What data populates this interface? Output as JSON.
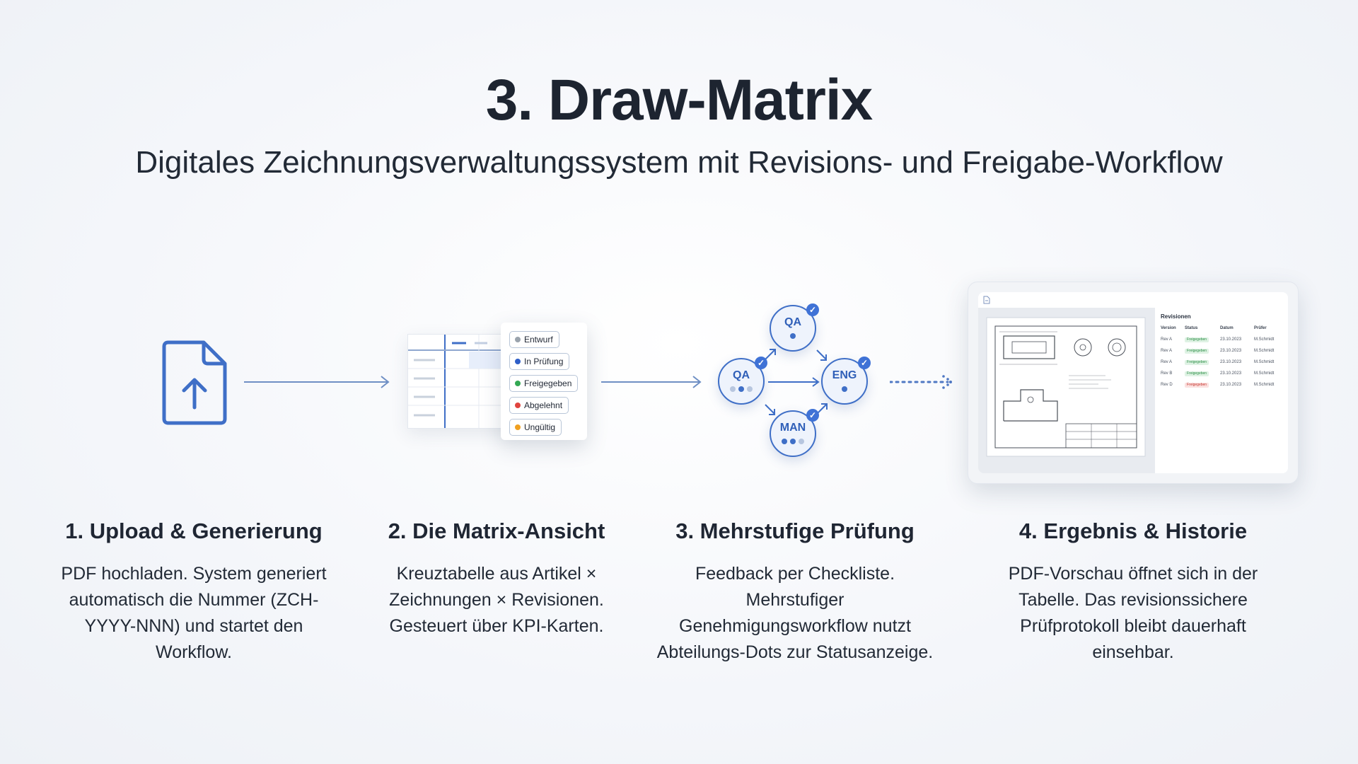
{
  "title": "3. Draw-Matrix",
  "subtitle": "Digitales Zeichnungsverwaltungssystem mit Revisions- und Freigabe-Workflow",
  "colors": {
    "accent": "#3f6fc7",
    "connector": "#6f8fc4",
    "status_draft": "#9aa3ad",
    "status_review": "#2f5fc8",
    "status_approved": "#33a853",
    "status_rejected": "#e0443e",
    "status_invalid": "#f0a020"
  },
  "icons": {
    "upload": "upload-document-icon",
    "check": "check-icon",
    "file": "file-icon"
  },
  "steps": [
    {
      "title": "1. Upload & Generierung",
      "text": "PDF hochladen. System generiert automatisch die Nummer (ZCH-YYYY-NNN) und startet den Workflow."
    },
    {
      "title": "2. Die Matrix-Ansicht",
      "text": "Kreuztabelle aus Artikel × Zeichnungen × Revisionen. Gesteuert über KPI-Karten."
    },
    {
      "title": "3. Mehrstufige Prüfung",
      "text": "Feedback per Checkliste. Mehrstufiger Genehmigungsworkflow nutzt Abteilungs-Dots zur Statusanzeige."
    },
    {
      "title": "4. Ergebnis & Historie",
      "text": "PDF-Vorschau öffnet sich in der Tabelle. Das revisionssichere Prüfprotokoll bleibt dauerhaft einsehbar."
    }
  ],
  "status_badges": [
    {
      "label": "Entwurf",
      "color": "#9aa3ad"
    },
    {
      "label": "In Prüfung",
      "color": "#2f5fc8"
    },
    {
      "label": "Freigegeben",
      "color": "#33a853"
    },
    {
      "label": "Abgelehnt",
      "color": "#e0443e"
    },
    {
      "label": "Ungültig",
      "color": "#f0a020"
    }
  ],
  "workflow_nodes": [
    {
      "id": "qa_top",
      "label": "QA"
    },
    {
      "id": "qa_left",
      "label": "QA"
    },
    {
      "id": "eng",
      "label": "ENG"
    },
    {
      "id": "man",
      "label": "MAN"
    }
  ],
  "result": {
    "heading": "Revisionen",
    "columns": [
      "Version",
      "Status",
      "Datum",
      "Prüfer"
    ],
    "rows": [
      {
        "version": "Rev A",
        "status": "Freigegeben",
        "status_color": "#33a853",
        "date": "23.10.2023",
        "reviewer": "M.Schmidt"
      },
      {
        "version": "Rev A",
        "status": "Freigegeben",
        "status_color": "#33a853",
        "date": "23.10.2023",
        "reviewer": "M.Schmidt"
      },
      {
        "version": "Rev A",
        "status": "Freigegeben",
        "status_color": "#33a853",
        "date": "23.10.2023",
        "reviewer": "M.Schmidt"
      },
      {
        "version": "Rev B",
        "status": "Freigegeben",
        "status_color": "#33a853",
        "date": "23.10.2023",
        "reviewer": "M.Schmidt"
      },
      {
        "version": "Rev D",
        "status": "Freigegeben",
        "status_color": "#e0443e",
        "date": "23.10.2023",
        "reviewer": "M.Schmidt"
      }
    ]
  }
}
